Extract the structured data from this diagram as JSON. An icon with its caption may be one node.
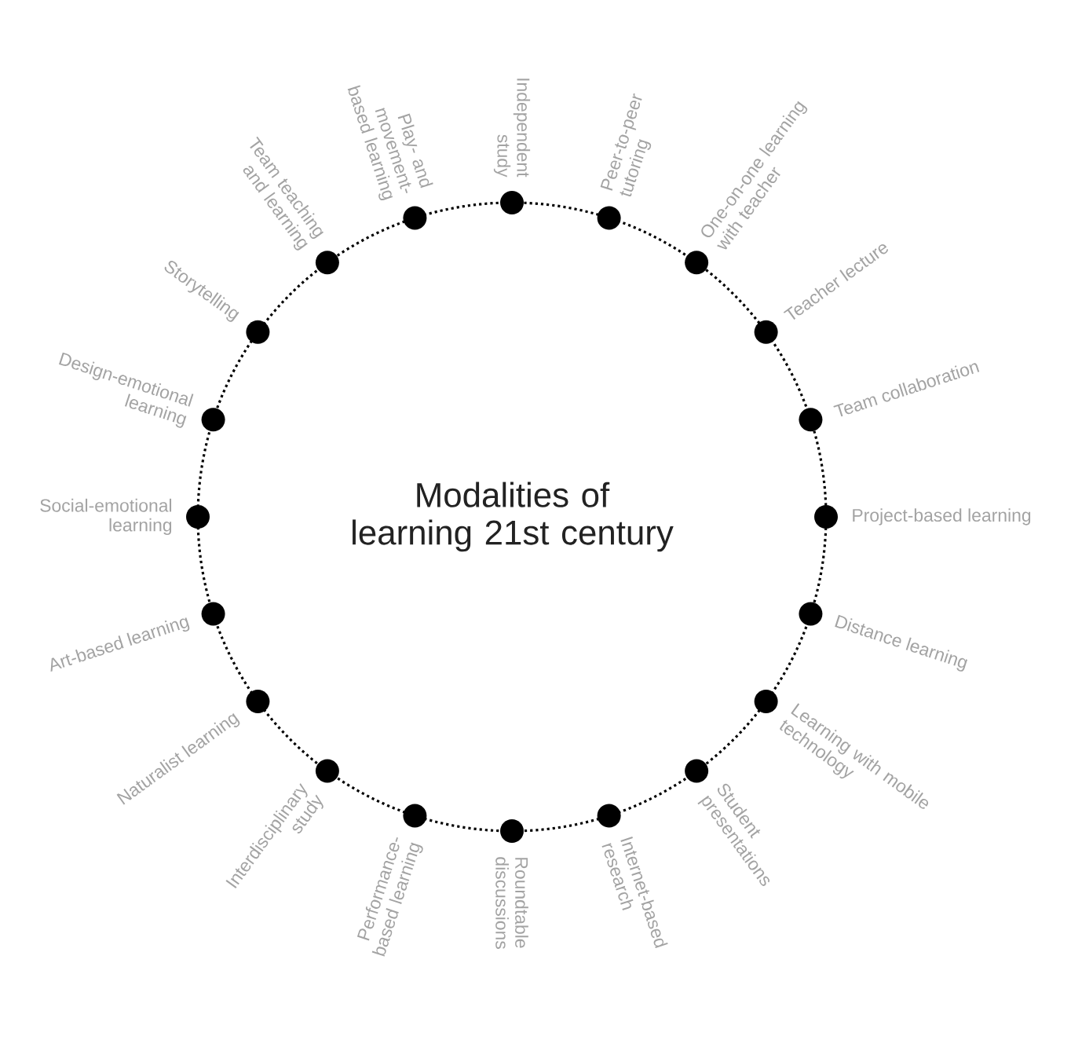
{
  "diagram": {
    "nodes": [
      {
        "text": [
          "Modalities of learning 21st century"
        ]
      },
      {
        "text": [],
        "shape": "circle",
        "beside": [
          "Independent study"
        ]
      },
      {
        "text": [],
        "shape": "circle",
        "beside": [
          "Peer-to-peer tutoring"
        ]
      },
      {
        "text": [],
        "shape": "circle",
        "beside": [
          "One-on-one learning with teacher"
        ]
      },
      {
        "text": [],
        "shape": "circle",
        "beside": [
          "Teacher lecture"
        ]
      },
      {
        "text": [],
        "shape": "circle",
        "beside": [
          "Team collaboration"
        ]
      },
      {
        "text": [],
        "shape": "circle",
        "beside": [
          "Project-based learning"
        ]
      },
      {
        "text": [],
        "shape": "circle",
        "beside": [
          "Distance learning"
        ]
      },
      {
        "text": [],
        "shape": "circle",
        "beside": [
          "Learning with mobile technology"
        ]
      },
      {
        "text": [],
        "shape": "circle",
        "beside": [
          "Student presentations"
        ]
      },
      {
        "text": [],
        "shape": "circle",
        "beside": [
          "Internet-based research"
        ]
      },
      {
        "text": [],
        "shape": "circle",
        "beside": [
          "Roundtable discussions"
        ]
      },
      {
        "text": [],
        "shape": "circle",
        "beside": [
          "Performance-based learning"
        ]
      },
      {
        "text": [],
        "shape": "circle",
        "beside": [
          "Interdisciplinary study"
        ]
      },
      {
        "text": [],
        "shape": "circle",
        "beside": [
          "Naturalist learning"
        ]
      },
      {
        "text": [],
        "shape": "circle",
        "beside": [
          "Art-based learning"
        ]
      },
      {
        "text": [],
        "shape": "circle",
        "beside": [
          "Social-emotional learning"
        ]
      },
      {
        "text": [],
        "shape": "circle",
        "beside": [
          "Design-emotional learning"
        ]
      },
      {
        "text": [],
        "shape": "circle",
        "beside": [
          "Storytelling"
        ]
      },
      {
        "text": [],
        "shape": "circle",
        "beside": [
          "Team teaching and learning"
        ]
      },
      {
        "text": [],
        "shape": "circle",
        "beside": [
          "Play- and movement-based learning"
        ]
      }
    ]
  }
}
